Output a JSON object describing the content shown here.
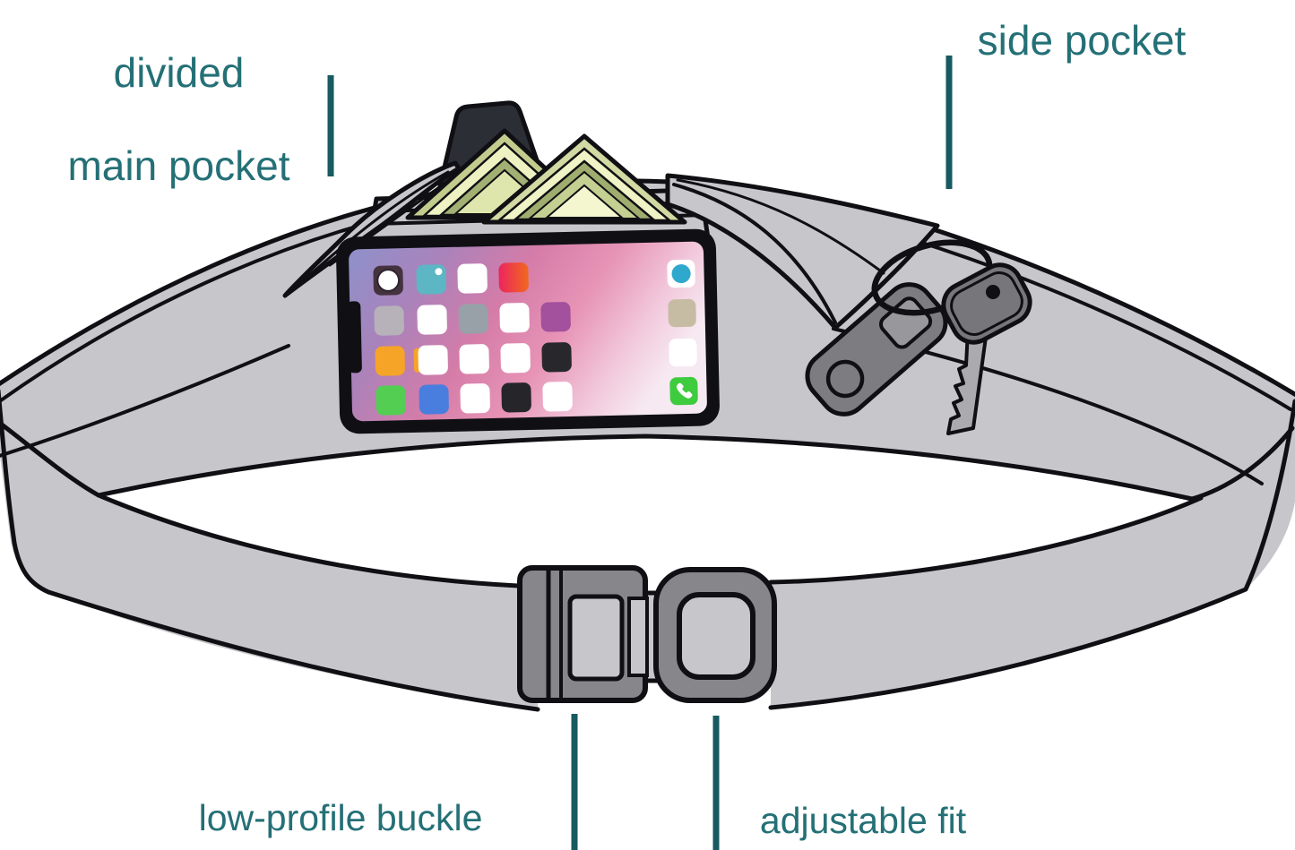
{
  "labels": {
    "main_pocket": {
      "line1": "divided",
      "line2": "main pocket"
    },
    "side_pocket": {
      "text": "side pocket"
    },
    "low_profile_buckle": {
      "text": "low-profile buckle"
    },
    "adjustable_fit": {
      "text": "adjustable fit"
    }
  },
  "colors": {
    "label_text": "#247076",
    "pointer_line": "#175a5f",
    "belt_gray": "#c7c7cb",
    "outline_ink": "#101014",
    "buckle_gray": "#86868b",
    "card_dark": "#2b2e35",
    "bill_olive": "#c3cc8d",
    "bill_pale": "#eef2c2",
    "bill_dark_olive": "#a2b073",
    "fob_gray": "#7d7d81",
    "key_blade_gray": "#ababaf"
  },
  "phone": {
    "screen_gradient": [
      {
        "o": 0,
        "c": "#918fc9"
      },
      {
        "o": 0.22,
        "c": "#ab82ba"
      },
      {
        "o": 0.45,
        "c": "#d57ca8"
      },
      {
        "o": 0.66,
        "c": "#e794b6"
      },
      {
        "o": 0.86,
        "c": "#f2cadd"
      },
      {
        "o": 1,
        "c": "#f6e9f1"
      }
    ],
    "icon_colors": {
      "camera_bg": "#45323f",
      "camera_ring": "#2e2430",
      "teal": "#5cb6c3",
      "orange": "#f6a427",
      "red_start": "#ec255f",
      "red_end": "#f1681f",
      "dock_blue": "#2fa8ce",
      "phone_green": "#3ecb3e"
    },
    "icon_grid": [
      [
        "camera",
        "sparkle",
        "#ffffff",
        "redgrad",
        "none"
      ],
      [
        "#b7b2b9",
        "#ffffff",
        "#98a1a7",
        "#ffffff",
        "#a3509d"
      ],
      [
        "#f6a427",
        "overlap",
        "#ffffff",
        "#ffffff",
        "#28282c"
      ],
      [
        "#53ce53",
        "#4a7ede",
        "#ffffff",
        "#26262a",
        "#ffffff"
      ]
    ],
    "dock_icons": [
      "dockblue",
      "#c6bca4",
      "#ffffff",
      "phone"
    ]
  }
}
